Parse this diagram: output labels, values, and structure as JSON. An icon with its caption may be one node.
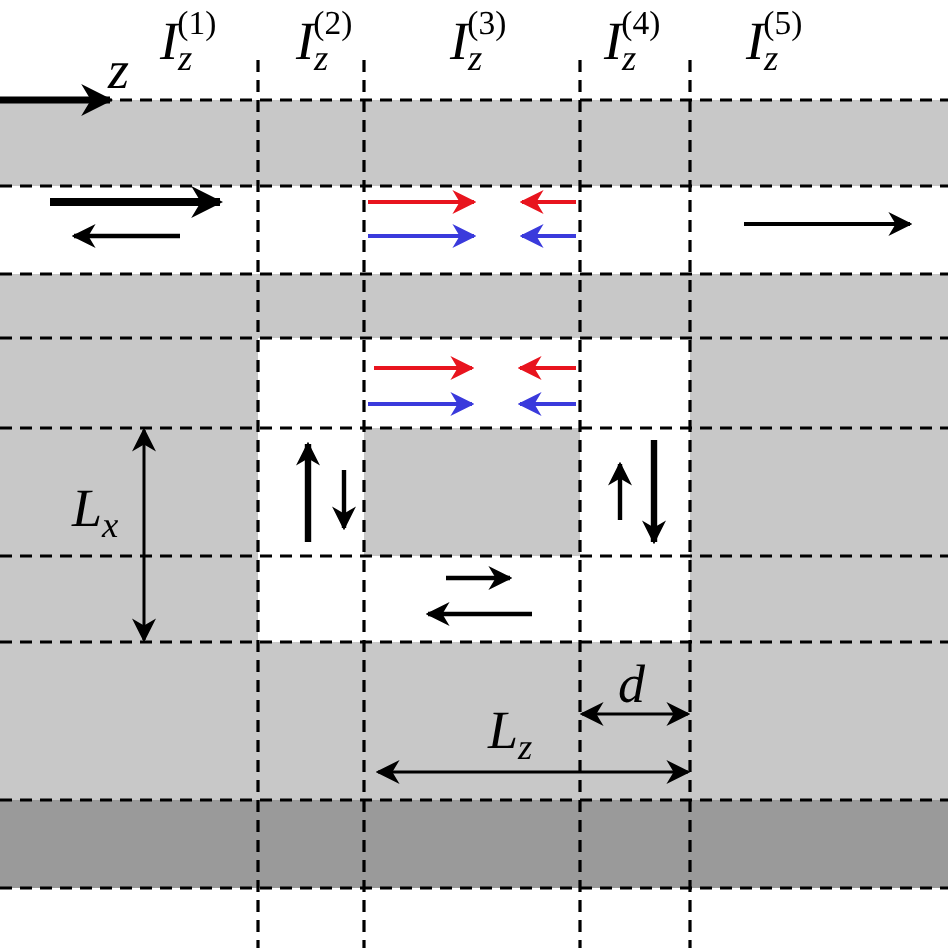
{
  "diagram": {
    "labels": [
      "I$_{z}$$^{(1)}$",
      "I$_{z}$$^{(2)}$",
      "I$_{z}$$^{(3)}$",
      "I$_{z}$$^{(4)}$",
      "I$_{z}$$^{(5)}$",
      "z",
      "L$_{x}$",
      "d",
      "L$_{z}$"
    ]
  }
}
